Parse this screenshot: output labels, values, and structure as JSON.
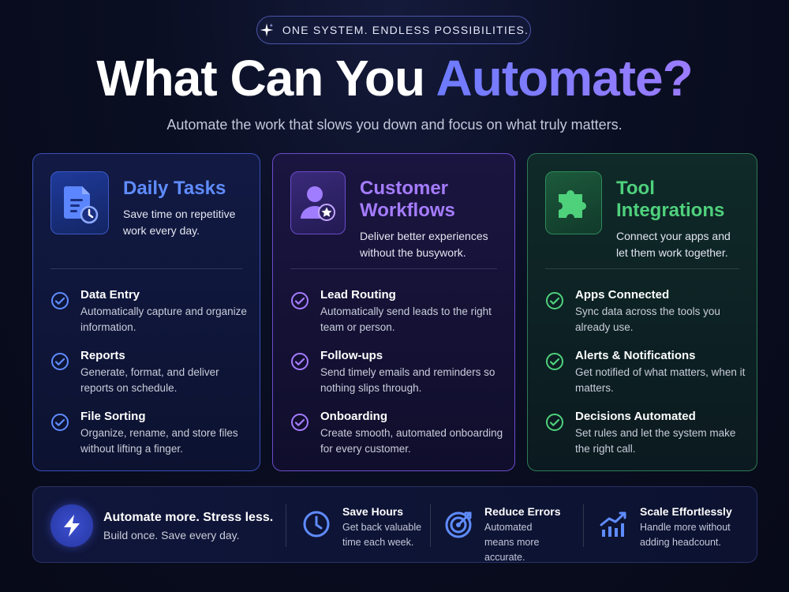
{
  "badge": {
    "text": "ONE SYSTEM. ENDLESS POSSIBILITIES.",
    "icon": "sparkle-icon"
  },
  "hero": {
    "title_plain": "What Can You ",
    "title_accent": "Automate?",
    "subtitle": "Automate the work that slows you down and focus on what truly matters."
  },
  "colors": {
    "blue": "#5f8cff",
    "purple": "#a57cff",
    "green": "#4fd17c",
    "background": "#0a0e22"
  },
  "cards": [
    {
      "title": "Daily Tasks",
      "description": "Save time on repetitive work every day.",
      "icon": "document-clock-icon",
      "items": [
        {
          "title": "Data Entry",
          "description": "Automatically capture and organize information."
        },
        {
          "title": "Reports",
          "description": "Generate, format, and deliver reports on schedule."
        },
        {
          "title": "File Sorting",
          "description": "Organize, rename, and store files without lifting a finger."
        }
      ]
    },
    {
      "title": "Customer Workflows",
      "description": "Deliver better experiences without the busywork.",
      "icon": "user-star-icon",
      "items": [
        {
          "title": "Lead Routing",
          "description": "Automatically send leads to the right team or person."
        },
        {
          "title": "Follow-ups",
          "description": "Send timely emails and reminders so nothing slips through."
        },
        {
          "title": "Onboarding",
          "description": "Create smooth, automated onboarding for every customer."
        }
      ]
    },
    {
      "title": "Tool Integrations",
      "description": "Connect your apps and let them work together.",
      "icon": "puzzle-icon",
      "items": [
        {
          "title": "Apps Connected",
          "description": "Sync data across the tools you already use."
        },
        {
          "title": "Alerts & Notifications",
          "description": "Get notified of what matters, when it matters."
        },
        {
          "title": "Decisions Automated",
          "description": "Set rules and let the system make the right call."
        }
      ]
    }
  ],
  "bottom": {
    "headline": "Automate more. Stress less.",
    "subline": "Build once. Save every day.",
    "icon": "lightning-icon",
    "stats": [
      {
        "title": "Save Hours",
        "description": "Get back valuable time each week.",
        "icon": "clock-icon"
      },
      {
        "title": "Reduce Errors",
        "description": "Automated means more accurate.",
        "icon": "target-icon"
      },
      {
        "title": "Scale Effortlessly",
        "description": "Handle more without adding headcount.",
        "icon": "growth-chart-icon"
      }
    ]
  }
}
